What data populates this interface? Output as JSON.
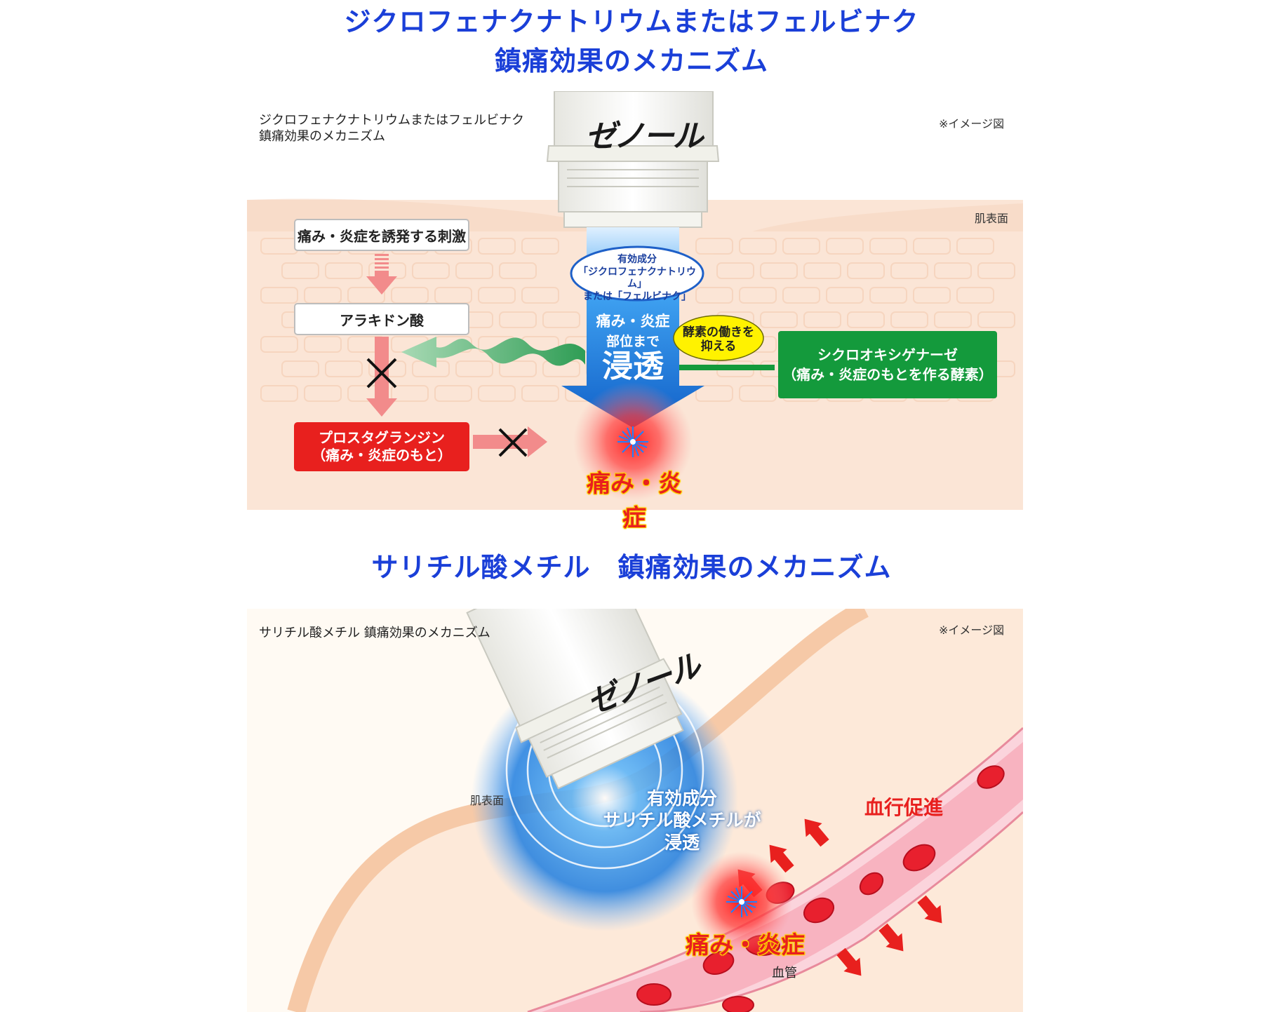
{
  "title1": {
    "line1": "ジクロフェナクナトリウムまたはフェルビナク",
    "line2": "鎮痛効果のメカニズム"
  },
  "panel1": {
    "caption_line1": "ジクロフェナクナトリウムまたはフェルビナク",
    "caption_line2": "鎮痛効果のメカニズム",
    "image_note": "※イメージ図",
    "product_logo": "ゼノール",
    "skin_surface": "肌表面",
    "stimulus": "痛み・炎症を誘発する刺激",
    "arachidonic": "アラキドン酸",
    "prostaglandin_line1": "プロスタグランジン",
    "prostaglandin_line2": "（痛み・炎症のもと）",
    "ingredient_line1": "有効成分",
    "ingredient_line2": "「ジクロフェナクナトリウム」",
    "ingredient_line3": "または「フェルビナク」",
    "penetrate_line1": "痛み・炎症",
    "penetrate_line2": "部位まで",
    "penetrate_line3": "浸透",
    "enzyme_bubble_line1": "酵素の働きを",
    "enzyme_bubble_line2": "抑える",
    "cox_line1": "シクロオキシゲナーゼ",
    "cox_line2": "（痛み・炎症のもとを作る酵素）",
    "pain": "痛み・炎症"
  },
  "title2": "サリチル酸メチル　鎮痛効果のメカニズム",
  "panel2": {
    "caption": "サリチル酸メチル 鎮痛効果のメカニズム",
    "image_note": "※イメージ図",
    "product_logo": "ゼノール",
    "skin_surface": "肌表面",
    "ingredient_line1": "有効成分",
    "ingredient_line2": "サリチル酸メチルが",
    "ingredient_line3": "浸透",
    "blood_flow": "血行促進",
    "pain": "痛み・炎症",
    "vessel": "血管"
  },
  "colors": {
    "heading_blue": "#1a3fd8",
    "skin": "#fbe5d6",
    "red": "#e8201e",
    "green": "#149a3c",
    "arrow_blue": "#1e7fd8"
  }
}
